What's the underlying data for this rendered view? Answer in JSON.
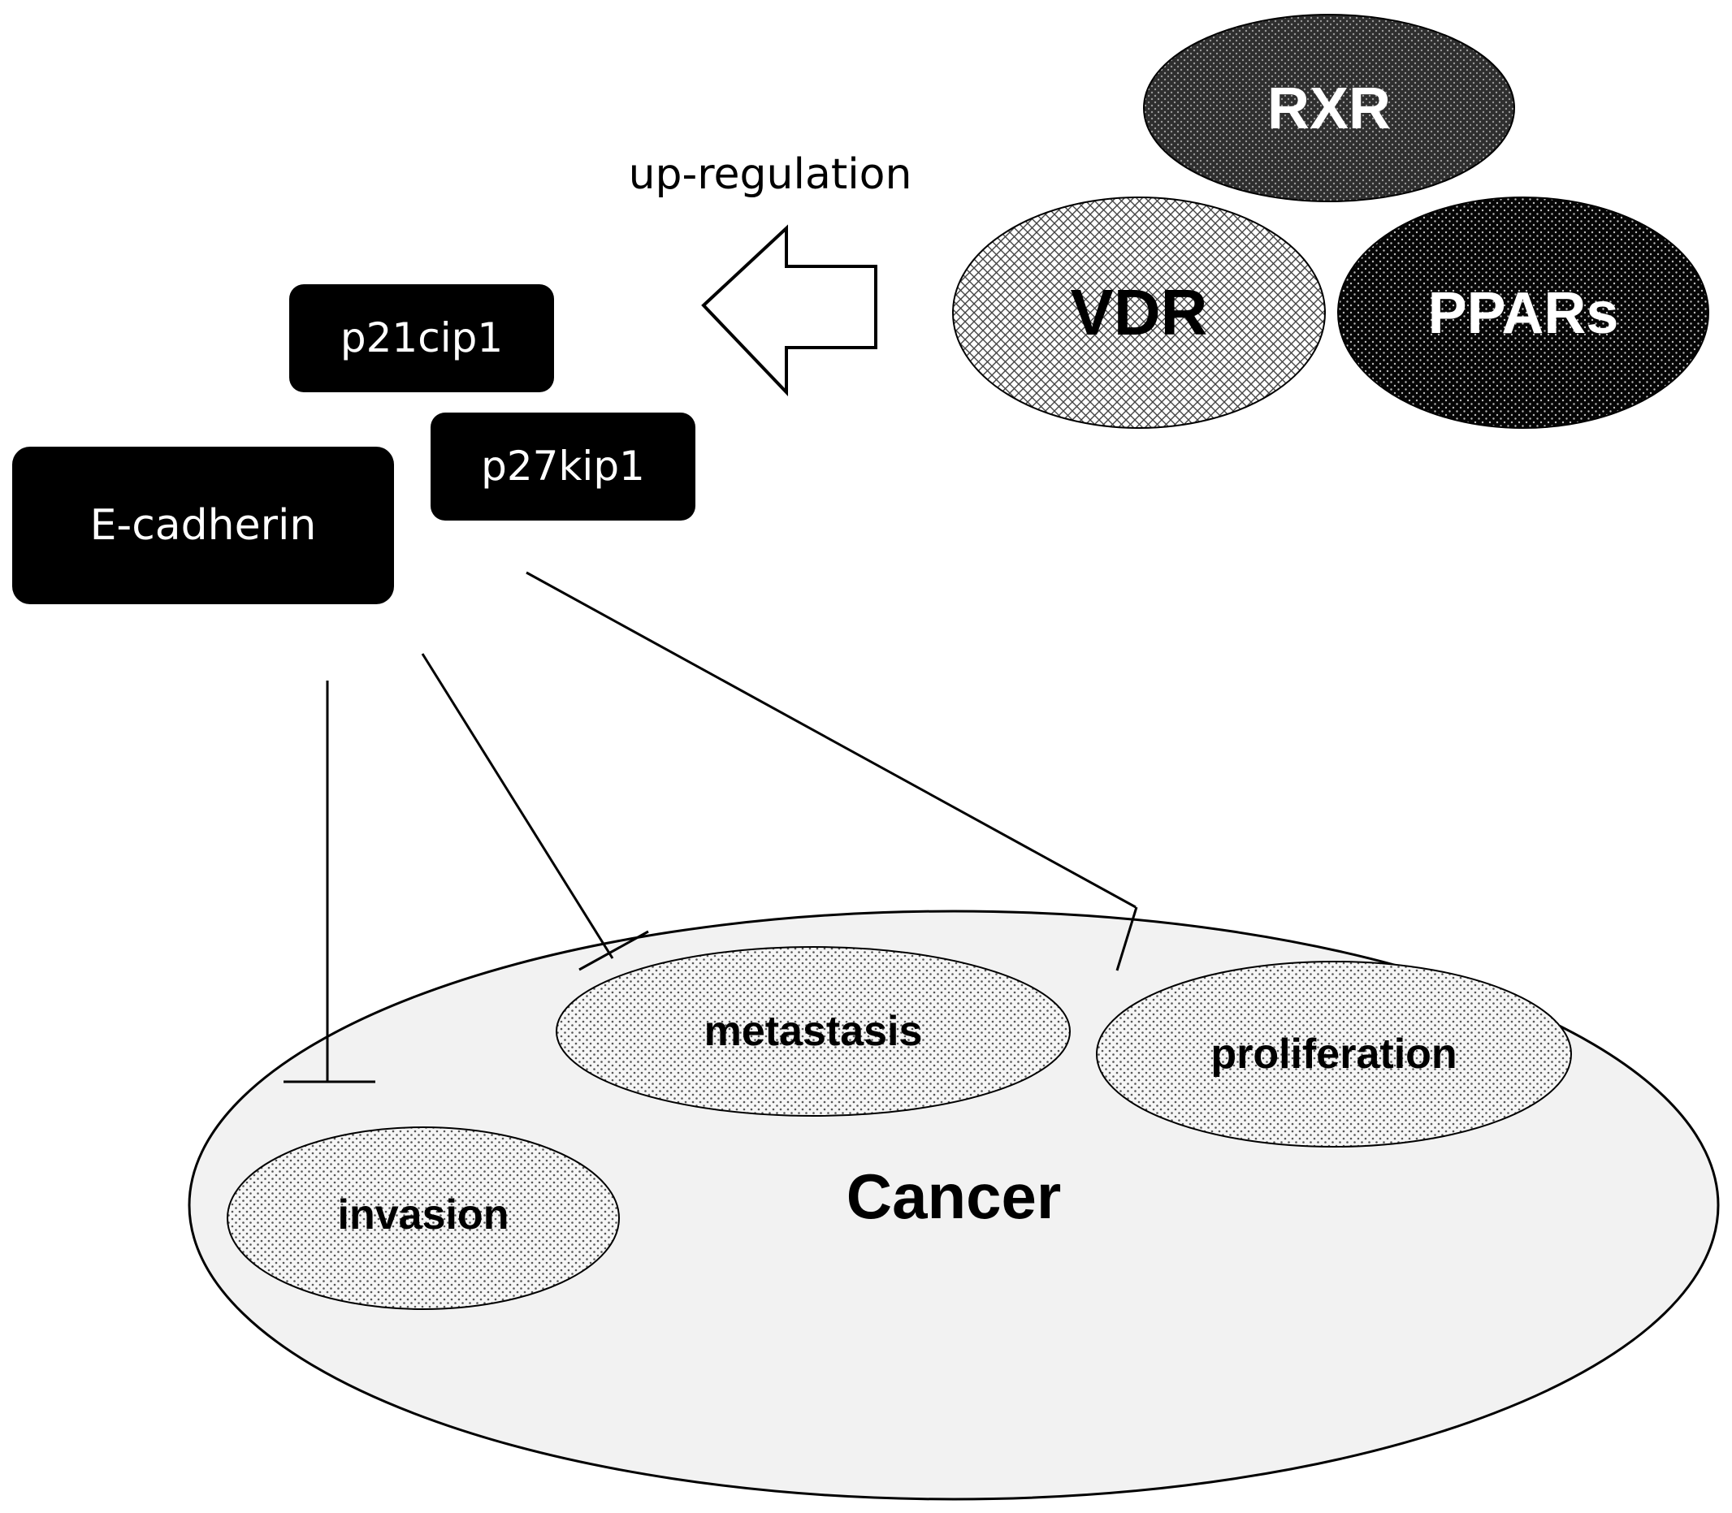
{
  "receptors": {
    "rxr": "RXR",
    "vdr": "VDR",
    "ppars": "PPARs"
  },
  "arrow_label": "up-regulation",
  "targets": {
    "p21": "p21cip1",
    "p27": "p27kip1",
    "ecadherin": "E-cadherin"
  },
  "cancer": {
    "label": "Cancer",
    "processes": {
      "invasion": "invasion",
      "metastasis": "metastasis",
      "proliferation": "proliferation"
    }
  },
  "colors": {
    "box_fill": "#000000",
    "box_text": "#ffffff",
    "cancer_fill": "#f2f2f2",
    "dot_pattern_bg": "#f6f6f6",
    "line": "#000000"
  }
}
